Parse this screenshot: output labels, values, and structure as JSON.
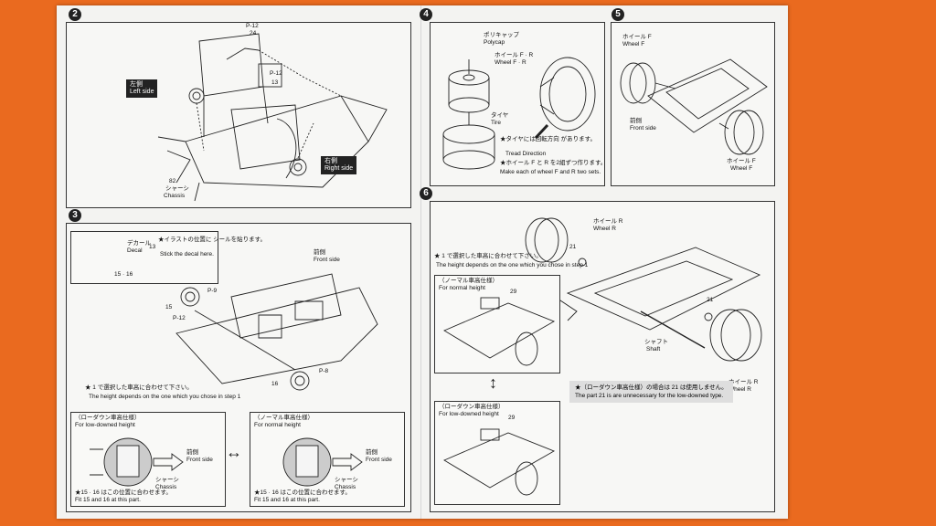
{
  "steps": {
    "s2": {
      "num": "2",
      "left_jp": "左側",
      "left_en": "Left side",
      "right_jp": "右側",
      "right_en": "Right side",
      "part_82": "82",
      "part_24": "24",
      "part_13": "13",
      "chassis_jp": "シャーシ",
      "chassis_en": "Chassis",
      "p_ref_1": "P-12",
      "p_ref_2": "P-12"
    },
    "s3": {
      "num": "3",
      "decal_jp": "デカール",
      "decal_en": "Decal",
      "decal_part": "13",
      "decal_note_jp": "★イラストの位置に シールを貼ります。",
      "decal_note_en": "Stick the decal here.",
      "parts_15_16": "15 · 16",
      "front_jp": "前側",
      "front_en": "Front side",
      "p_9": "P-9",
      "p_12": "P-12",
      "p_8": "P-8",
      "part_15": "15",
      "part_16": "16",
      "height_note_jp": "★ 1 で選択した車高に合わせて下さい。",
      "height_note_en": "The height depends on the one which you chose in step 1",
      "low_jp": "（ローダウン車高仕様）",
      "low_en": "For low-downed height",
      "normal_jp": "（ノーマル車高仕様）",
      "normal_en": "For normal height",
      "chassis_jp": "シャーシ",
      "chassis_en": "Chassis",
      "fit_jp": "★15 · 16 はこの位置に合わせます。",
      "fit_en": "Fit 15 and 16 at this part."
    },
    "s4": {
      "num": "4",
      "polycap_jp": "ポリキャップ",
      "polycap_en": "Polycap",
      "wheel_jp": "ホイール F · R",
      "wheel_en": "Wheel F · R",
      "tire_jp": "タイヤ",
      "tire_en": "Tire",
      "tread_jp": "★タイヤには回転方向 があります。",
      "tread_en": "Tread Direction",
      "make_jp": "★ホイール F と R を2組ずつ作ります。",
      "make_en": "Make each of wheel F and R two sets."
    },
    "s5": {
      "num": "5",
      "wheel_jp": "ホイール F",
      "wheel_en": "Wheel F",
      "front_jp": "前側",
      "front_en": "Front side"
    },
    "s6": {
      "num": "6",
      "wheel_jp": "ホイール R",
      "wheel_en": "Wheel R",
      "part_21": "21",
      "part_29": "29",
      "height_note_jp": "★ 1 で選択した車高に合わせて下さい。",
      "height_note_en": "The height depends on the one which you chose in step 1",
      "normal_jp": "（ノーマル車高仕様）",
      "normal_en": "For normal height",
      "low_jp": "（ローダウン車高仕様）",
      "low_en": "For low-downed height",
      "shaft_jp": "シャフト",
      "shaft_en": "Shaft",
      "unnecessary_jp": "★（ローダウン車高仕様）の場合は 21 は使用しません。",
      "unnecessary_en": "The part 21 is are unnecessary for the low-downed type."
    }
  }
}
